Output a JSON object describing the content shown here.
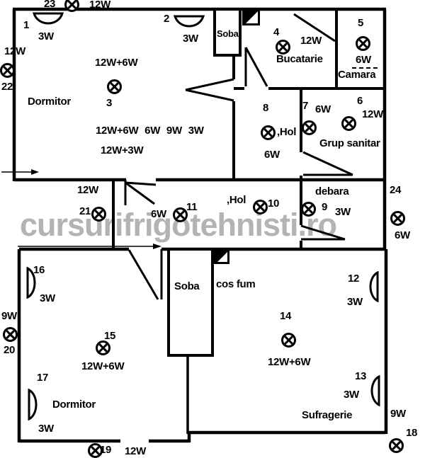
{
  "watermark": {
    "text": "cursurifrigotehnisti.ro",
    "color": "#b3b3b3"
  },
  "rooms": {
    "dormitor_top": "Dormitor",
    "bucatarie": "Bucatarie",
    "camara": "Camara",
    "hol_top": ",Hol",
    "grup_sanitar": "Grup sanitar",
    "hol_mid": ",Hol",
    "debara": "debara",
    "dormitor_bottom": "Dormitor",
    "sufragerie": "Sufragerie"
  },
  "features": {
    "soba_top": "Soba",
    "soba_bottom": "Soba",
    "cos_fum": "cos fum"
  },
  "notes": {
    "dormitor_loads_line1": "12W+6W 6W 9W 3W",
    "dormitor_loads_line2": "12W+3W"
  },
  "lamps": {
    "l1": {
      "no": "1",
      "watt": "3W"
    },
    "l2": {
      "no": "2",
      "watt": "3W"
    },
    "l3": {
      "no": "3",
      "watt": "12W+6W"
    },
    "l4": {
      "no": "4",
      "watt": "12W"
    },
    "l5": {
      "no": "5",
      "watt": "6W"
    },
    "l6": {
      "no": "6",
      "watt": "12W"
    },
    "l7": {
      "no": "7",
      "watt": "6W"
    },
    "l8": {
      "no": "8",
      "watt": "6W"
    },
    "l9": {
      "no": "9",
      "watt": "3W"
    },
    "l10": {
      "no": "10"
    },
    "l11": {
      "no": "11",
      "watt": "6W"
    },
    "l12": {
      "no": "12",
      "watt": "3W"
    },
    "l13": {
      "no": "13",
      "watt": "3W"
    },
    "l14": {
      "no": "14",
      "watt": "12W+6W"
    },
    "l15": {
      "no": "15",
      "watt": "12W+6W"
    },
    "l16": {
      "no": "16",
      "watt": "3W"
    },
    "l17": {
      "no": "17",
      "watt": "3W"
    },
    "l18": {
      "no": "18",
      "watt": "9W"
    },
    "l19": {
      "no": "19",
      "watt": "12W"
    },
    "l20": {
      "no": "20",
      "watt": "9W"
    },
    "l21": {
      "no": "21",
      "watt": "12W"
    },
    "l22": {
      "no": "22",
      "watt": "12W"
    },
    "l23": {
      "no": "23",
      "watt": "12W"
    },
    "l24": {
      "no": "24",
      "watt": "6W"
    }
  }
}
